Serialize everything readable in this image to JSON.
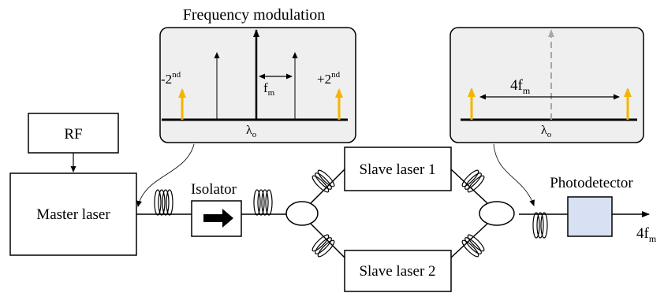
{
  "spectrum_title": "Frequency modulation",
  "left_panel": {
    "minus_label": "-2",
    "minus_sup": "nd",
    "plus_label": "+2",
    "plus_sup": "nd",
    "fm_label": "f",
    "fm_sub": "m",
    "lambda_label": "λ",
    "lambda_sub": "o"
  },
  "right_panel": {
    "spacing_label": "4f",
    "spacing_sub": "m",
    "lambda_label": "λ",
    "lambda_sub": "o"
  },
  "blocks": {
    "rf": "RF",
    "master": "Master laser",
    "isolator": "Isolator",
    "slave1": "Slave laser 1",
    "slave2": "Slave laser 2",
    "photodetector": "Photodetector"
  },
  "output": {
    "label": "4f",
    "sub": "m"
  },
  "colors": {
    "sideband": "#F5B400",
    "panel_fill": "#EFEFEF",
    "detector_fill": "#D7E1F3",
    "dashed_line": "#A8A8A8"
  }
}
